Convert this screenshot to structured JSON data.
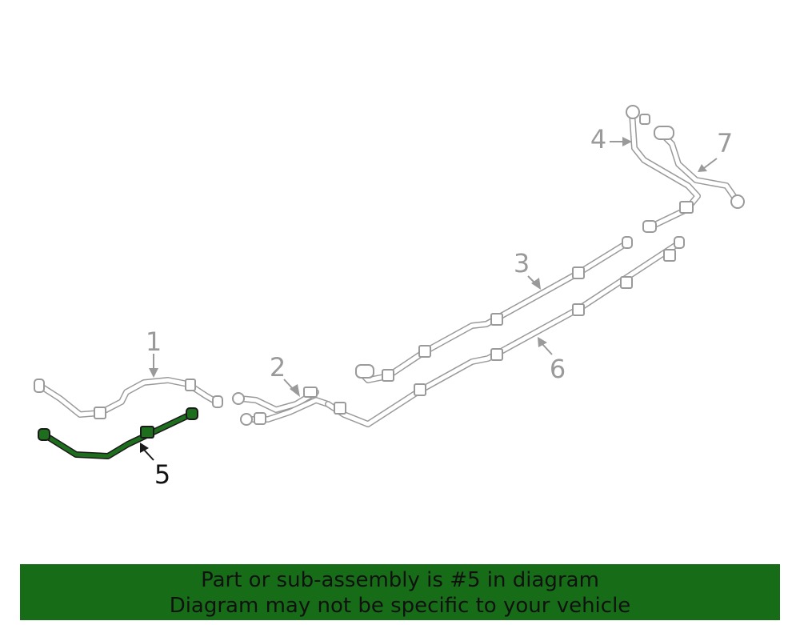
{
  "diagram": {
    "callouts": [
      {
        "id": "1",
        "label": "1",
        "highlighted": false
      },
      {
        "id": "2",
        "label": "2",
        "highlighted": false
      },
      {
        "id": "3",
        "label": "3",
        "highlighted": false
      },
      {
        "id": "4",
        "label": "4",
        "highlighted": false
      },
      {
        "id": "5",
        "label": "5",
        "highlighted": true
      },
      {
        "id": "6",
        "label": "6",
        "highlighted": false
      },
      {
        "id": "7",
        "label": "7",
        "highlighted": false
      }
    ],
    "colors": {
      "part_line": "#9a9a9a",
      "highlight_fill": "#1d6e1d",
      "highlight_outline": "#1a1a1a",
      "banner_background": "#176d17",
      "banner_text": "#111111"
    }
  },
  "banner": {
    "line1": "Part or sub-assembly is #5 in diagram",
    "line2": "Diagram may not be specific to your vehicle"
  }
}
